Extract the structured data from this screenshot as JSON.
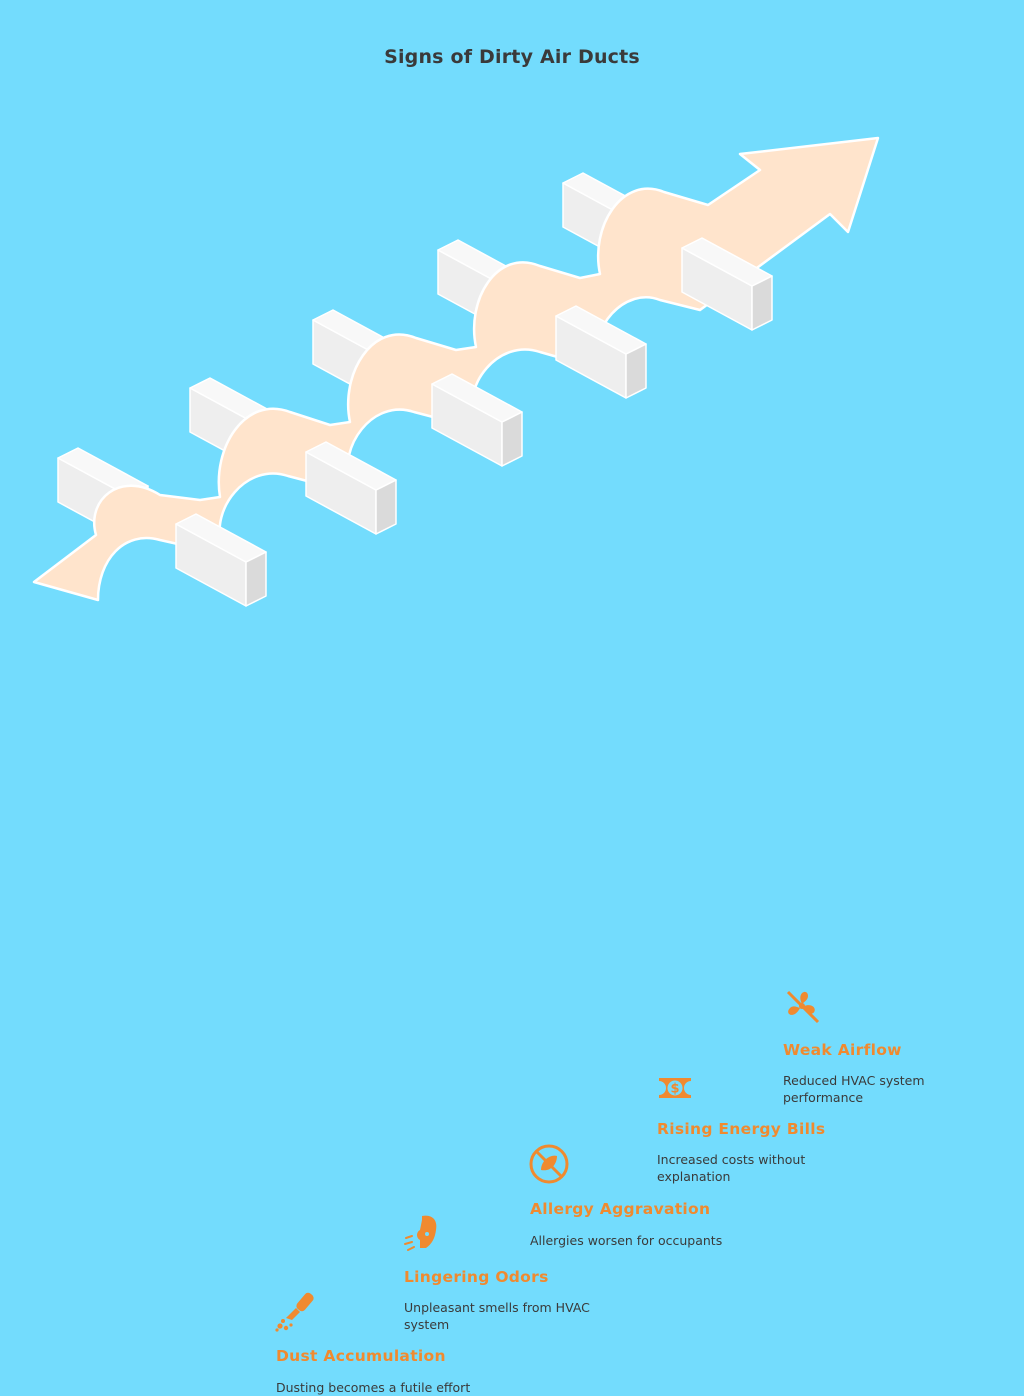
{
  "title": "Signs of Dirty Air Ducts",
  "colors": {
    "background": "#73dcfd",
    "arrow": "#ffe4cc",
    "block": "#f2f2f2",
    "accent": "#f08a2f",
    "text": "#3a3a3a"
  },
  "steps": [
    {
      "title": "Dust Accumulation",
      "description": "Dusting becomes a futile effort",
      "icon": "dust-brush-icon"
    },
    {
      "title": "Lingering Odors",
      "description": "Unpleasant smells from HVAC system",
      "icon": "odor-nose-icon"
    },
    {
      "title": "Allergy Aggravation",
      "description": "Allergies worsen for occupants",
      "icon": "allergy-no-pollen-icon"
    },
    {
      "title": "Rising Energy Bills",
      "description": "Increased costs without explanation",
      "icon": "dollar-bill-icon"
    },
    {
      "title": "Weak Airflow",
      "description": "Reduced HVAC system performance",
      "icon": "fan-off-icon"
    }
  ]
}
